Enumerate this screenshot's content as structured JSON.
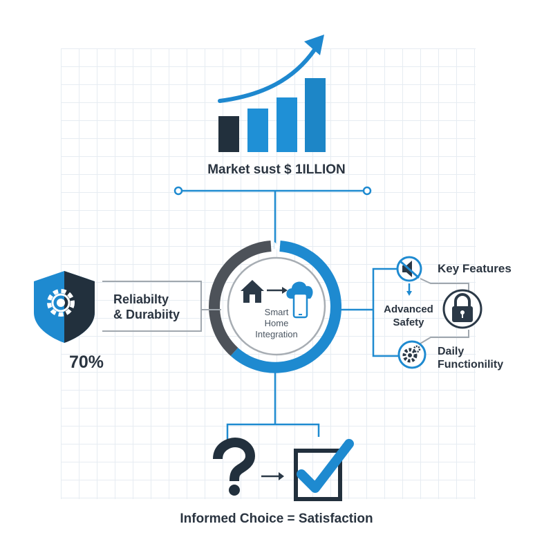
{
  "market": {
    "label": "Market sust $ 1ILLION"
  },
  "reliability": {
    "line1": "Reliabilty",
    "line2": "& Durabiity",
    "percent": "70%"
  },
  "center": {
    "line1": "Smart",
    "line2": "Home",
    "line3": "Integration"
  },
  "features": {
    "title": "Key Features",
    "safety_line1": "Advanced",
    "safety_line2": "Safety",
    "daily_line1": "Daily",
    "daily_line2": "Functionility"
  },
  "caption": "Informed Choice = Satisfaction",
  "colors": {
    "primary": "#1e8ad0",
    "dark": "#2b3947",
    "ring_gray": "#4d5259",
    "grid": "#e6ecf2"
  },
  "icons": [
    "trend-arrow-icon",
    "shield-gear-icon",
    "house-icon",
    "cloud-phone-icon",
    "muted-speaker-icon",
    "padlock-icon",
    "gear-icon",
    "question-mark-icon",
    "checkbox-icon"
  ]
}
